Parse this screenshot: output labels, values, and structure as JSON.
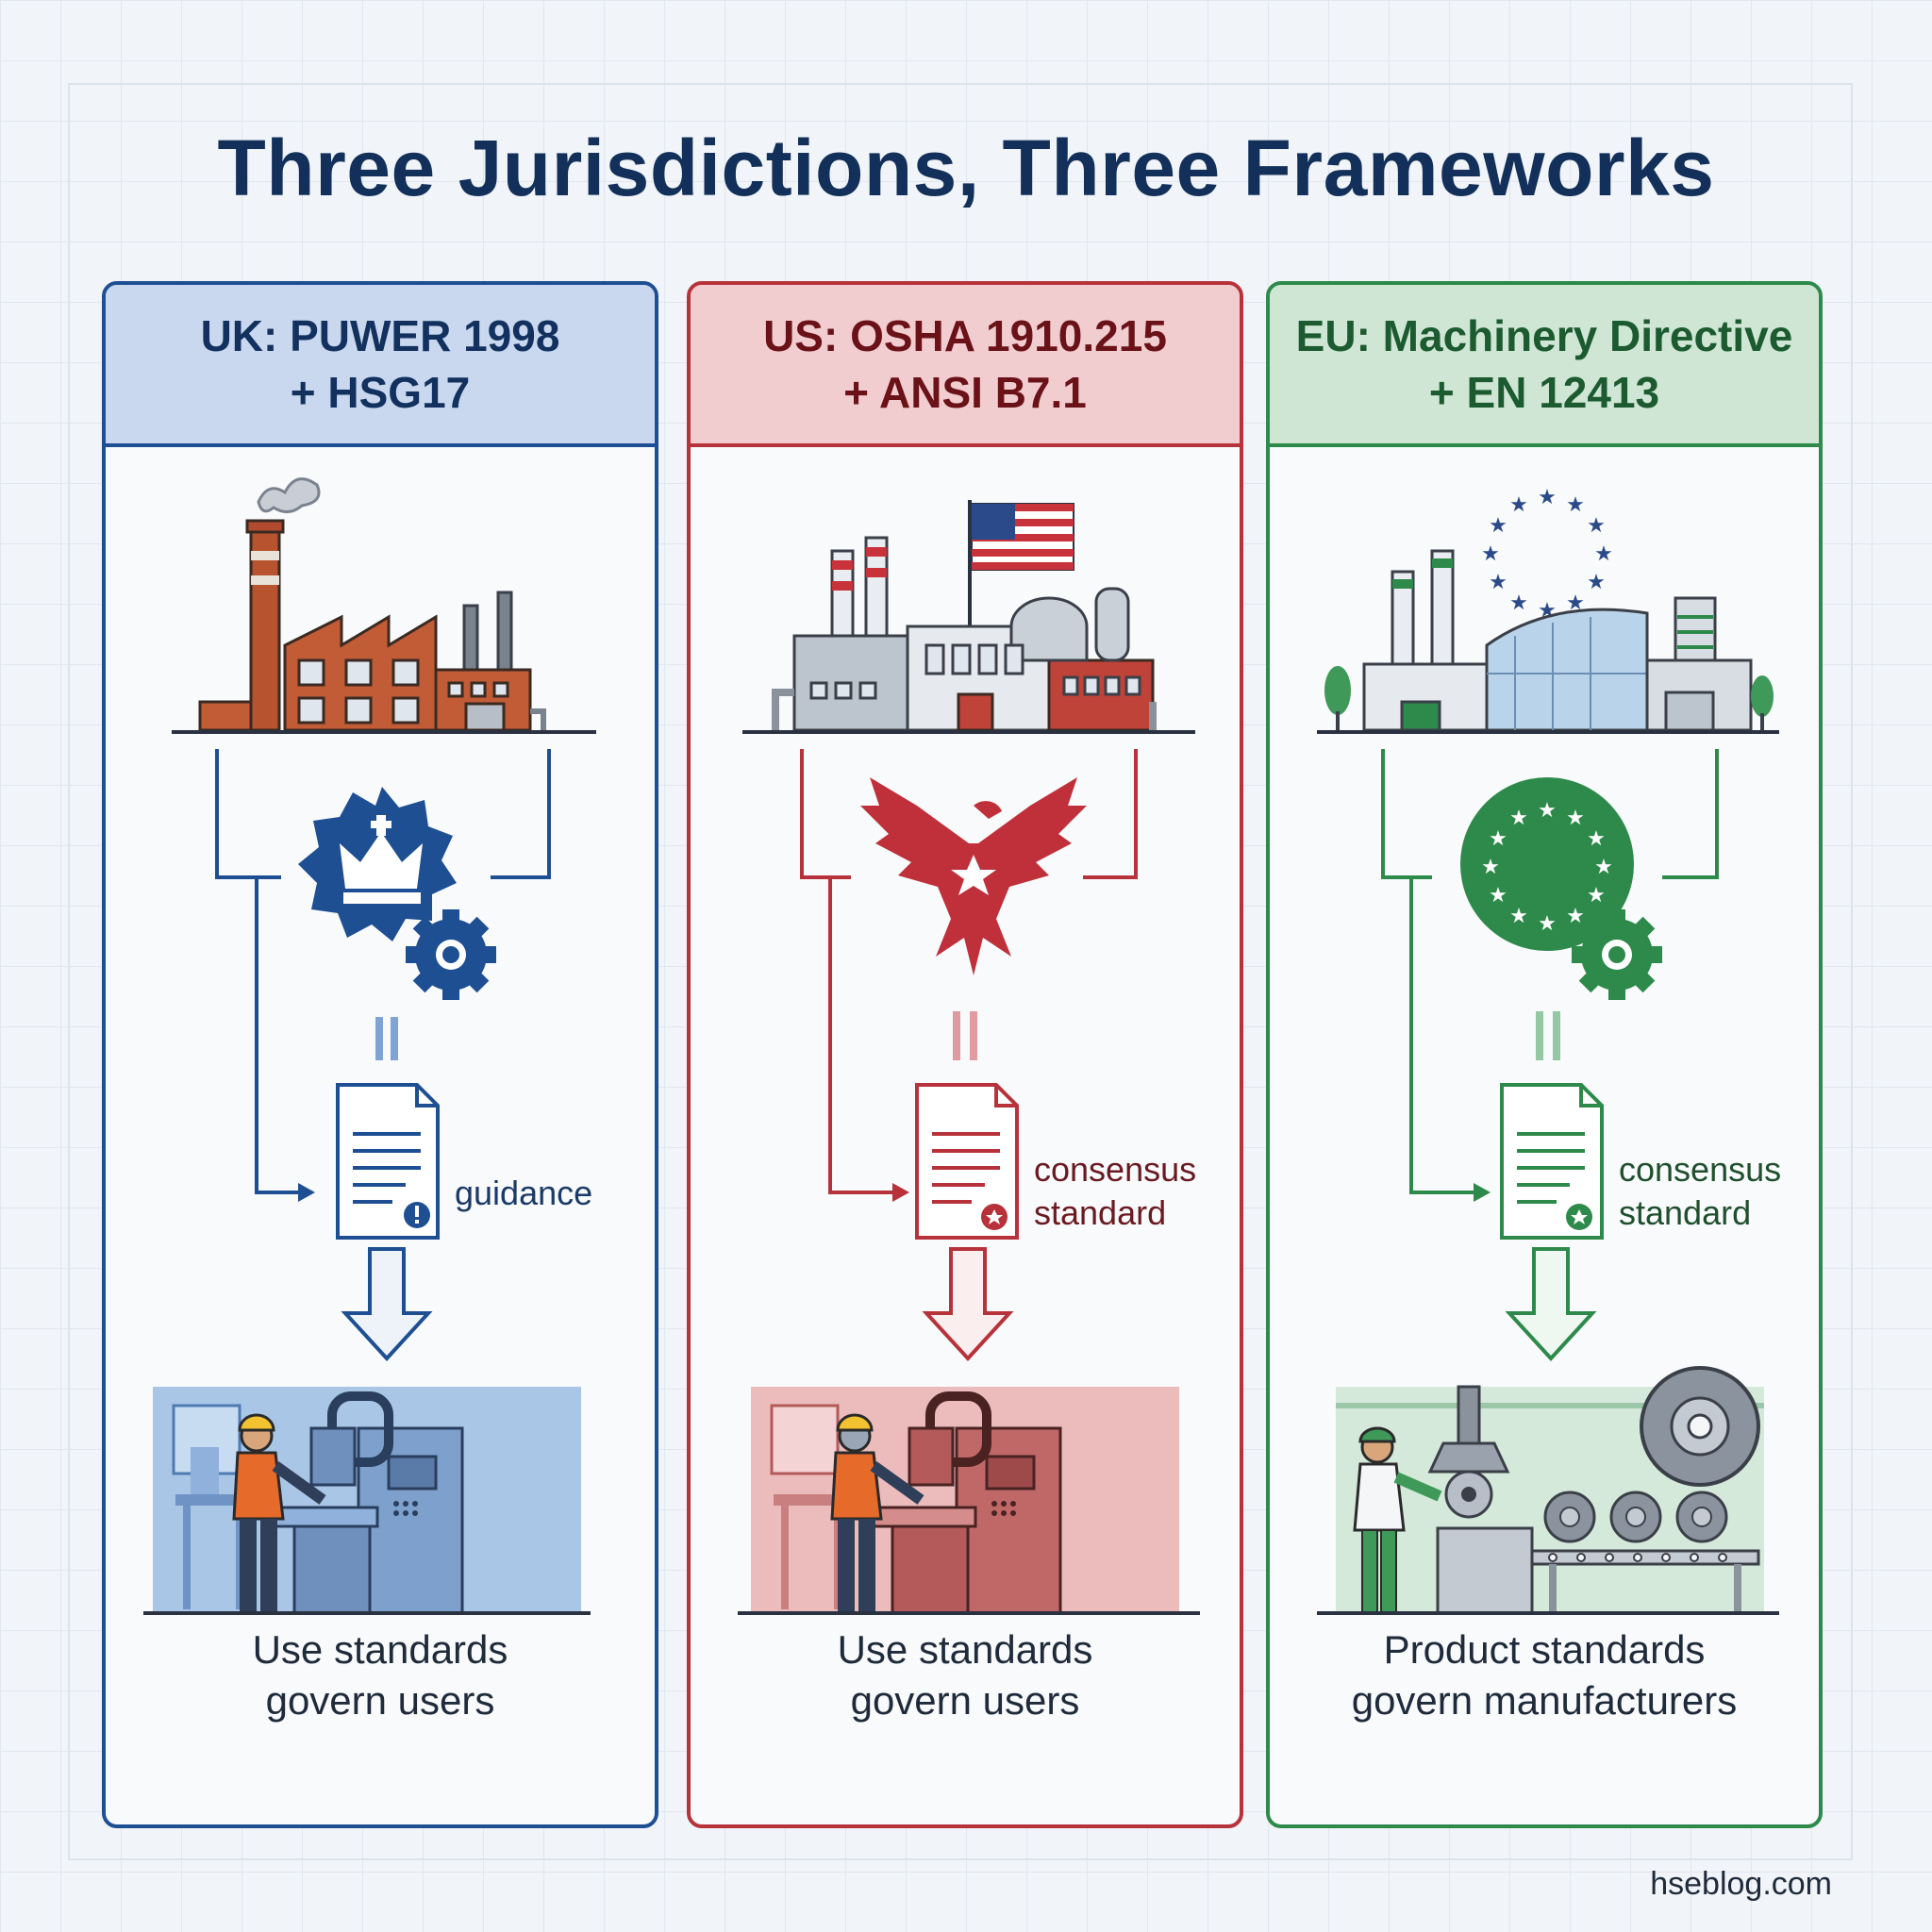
{
  "title": "Three Jurisdictions, Three Frameworks",
  "panels": {
    "uk": {
      "header_line1": "UK: PUWER 1998",
      "header_line2": "+ HSG17",
      "doc_label_line1": "guidance",
      "footer_line1": "Use standards",
      "footer_line2": "govern users",
      "color": "#1e4f93"
    },
    "us": {
      "header_line1": "US: OSHA 1910.215",
      "header_line2": "+ ANSI B7.1",
      "doc_label_line1": "consensus",
      "doc_label_line2": "standard",
      "footer_line1": "Use standards",
      "footer_line2": "govern users",
      "color": "#b7323a"
    },
    "eu": {
      "header_line1": "EU: Machinery Directive",
      "header_line2": "+ EN 12413",
      "doc_label_line1": "consensus",
      "doc_label_line2": "standard",
      "footer_line1": "Product standards",
      "footer_line2": "govern manufacturers",
      "color": "#2e8a4a"
    }
  },
  "site": "hseblog.com",
  "icons": [
    "factory-icon",
    "crown-seal-icon",
    "eagle-icon",
    "eu-seal-icon",
    "gear-icon",
    "document-icon",
    "arrow-down-icon",
    "worker-machine-icon",
    "flag-icon"
  ]
}
